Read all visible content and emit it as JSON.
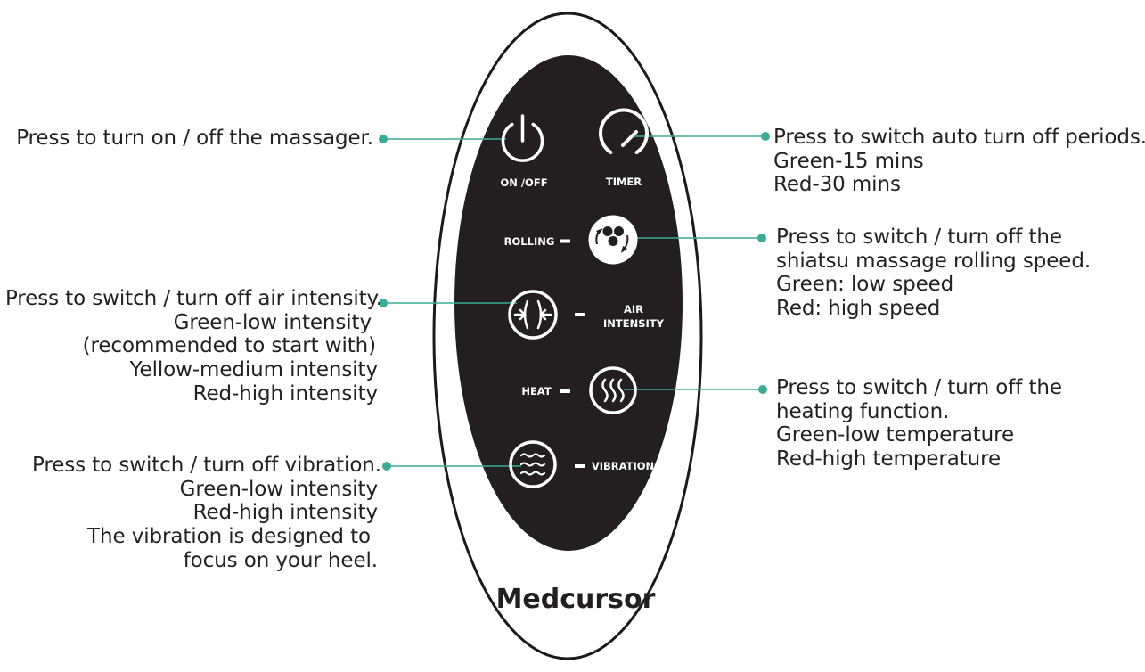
{
  "remote": {
    "brand": "Medcursor",
    "colors": {
      "accent": "#3aab94",
      "panel": "#231f20",
      "outline": "#1a1a1a"
    },
    "buttons": [
      {
        "id": "on-off",
        "label": "ON /OFF",
        "icon": "power-icon"
      },
      {
        "id": "timer",
        "label": "TIMER",
        "icon": "timer-gauge-icon"
      },
      {
        "id": "rolling",
        "label": "ROLLING",
        "icon": "rolling-icon"
      },
      {
        "id": "air",
        "label_line1": "AIR",
        "label_line2": "INTENSITY",
        "icon": "air-compress-icon"
      },
      {
        "id": "heat",
        "label": "HEAT",
        "icon": "heat-waves-icon"
      },
      {
        "id": "vibration",
        "label": "VIBRATION",
        "icon": "vibration-waves-icon"
      }
    ]
  },
  "callouts": {
    "power": {
      "lines": [
        "Press to turn on / off the massager."
      ]
    },
    "air": {
      "lines": [
        "Press to switch / turn off air intensity.",
        "Green-low intensity",
        "(recommended to start with)",
        "Yellow-medium intensity",
        "Red-high intensity"
      ]
    },
    "vibration": {
      "lines": [
        "Press to switch / turn off vibration.",
        "Green-low intensity",
        "Red-high intensity",
        "The vibration is designed to",
        "focus on your heel."
      ]
    },
    "timer": {
      "lines": [
        "Press to switch auto turn off periods.",
        "Green-15 mins",
        "Red-30 mins"
      ]
    },
    "rolling": {
      "lines": [
        "Press to switch / turn off the",
        "shiatsu massage rolling speed.",
        "Green: low speed",
        "Red: high speed"
      ]
    },
    "heat": {
      "lines": [
        "Press to switch / turn off the",
        "heating function.",
        "Green-low temperature",
        "Red-high temperature"
      ]
    }
  }
}
